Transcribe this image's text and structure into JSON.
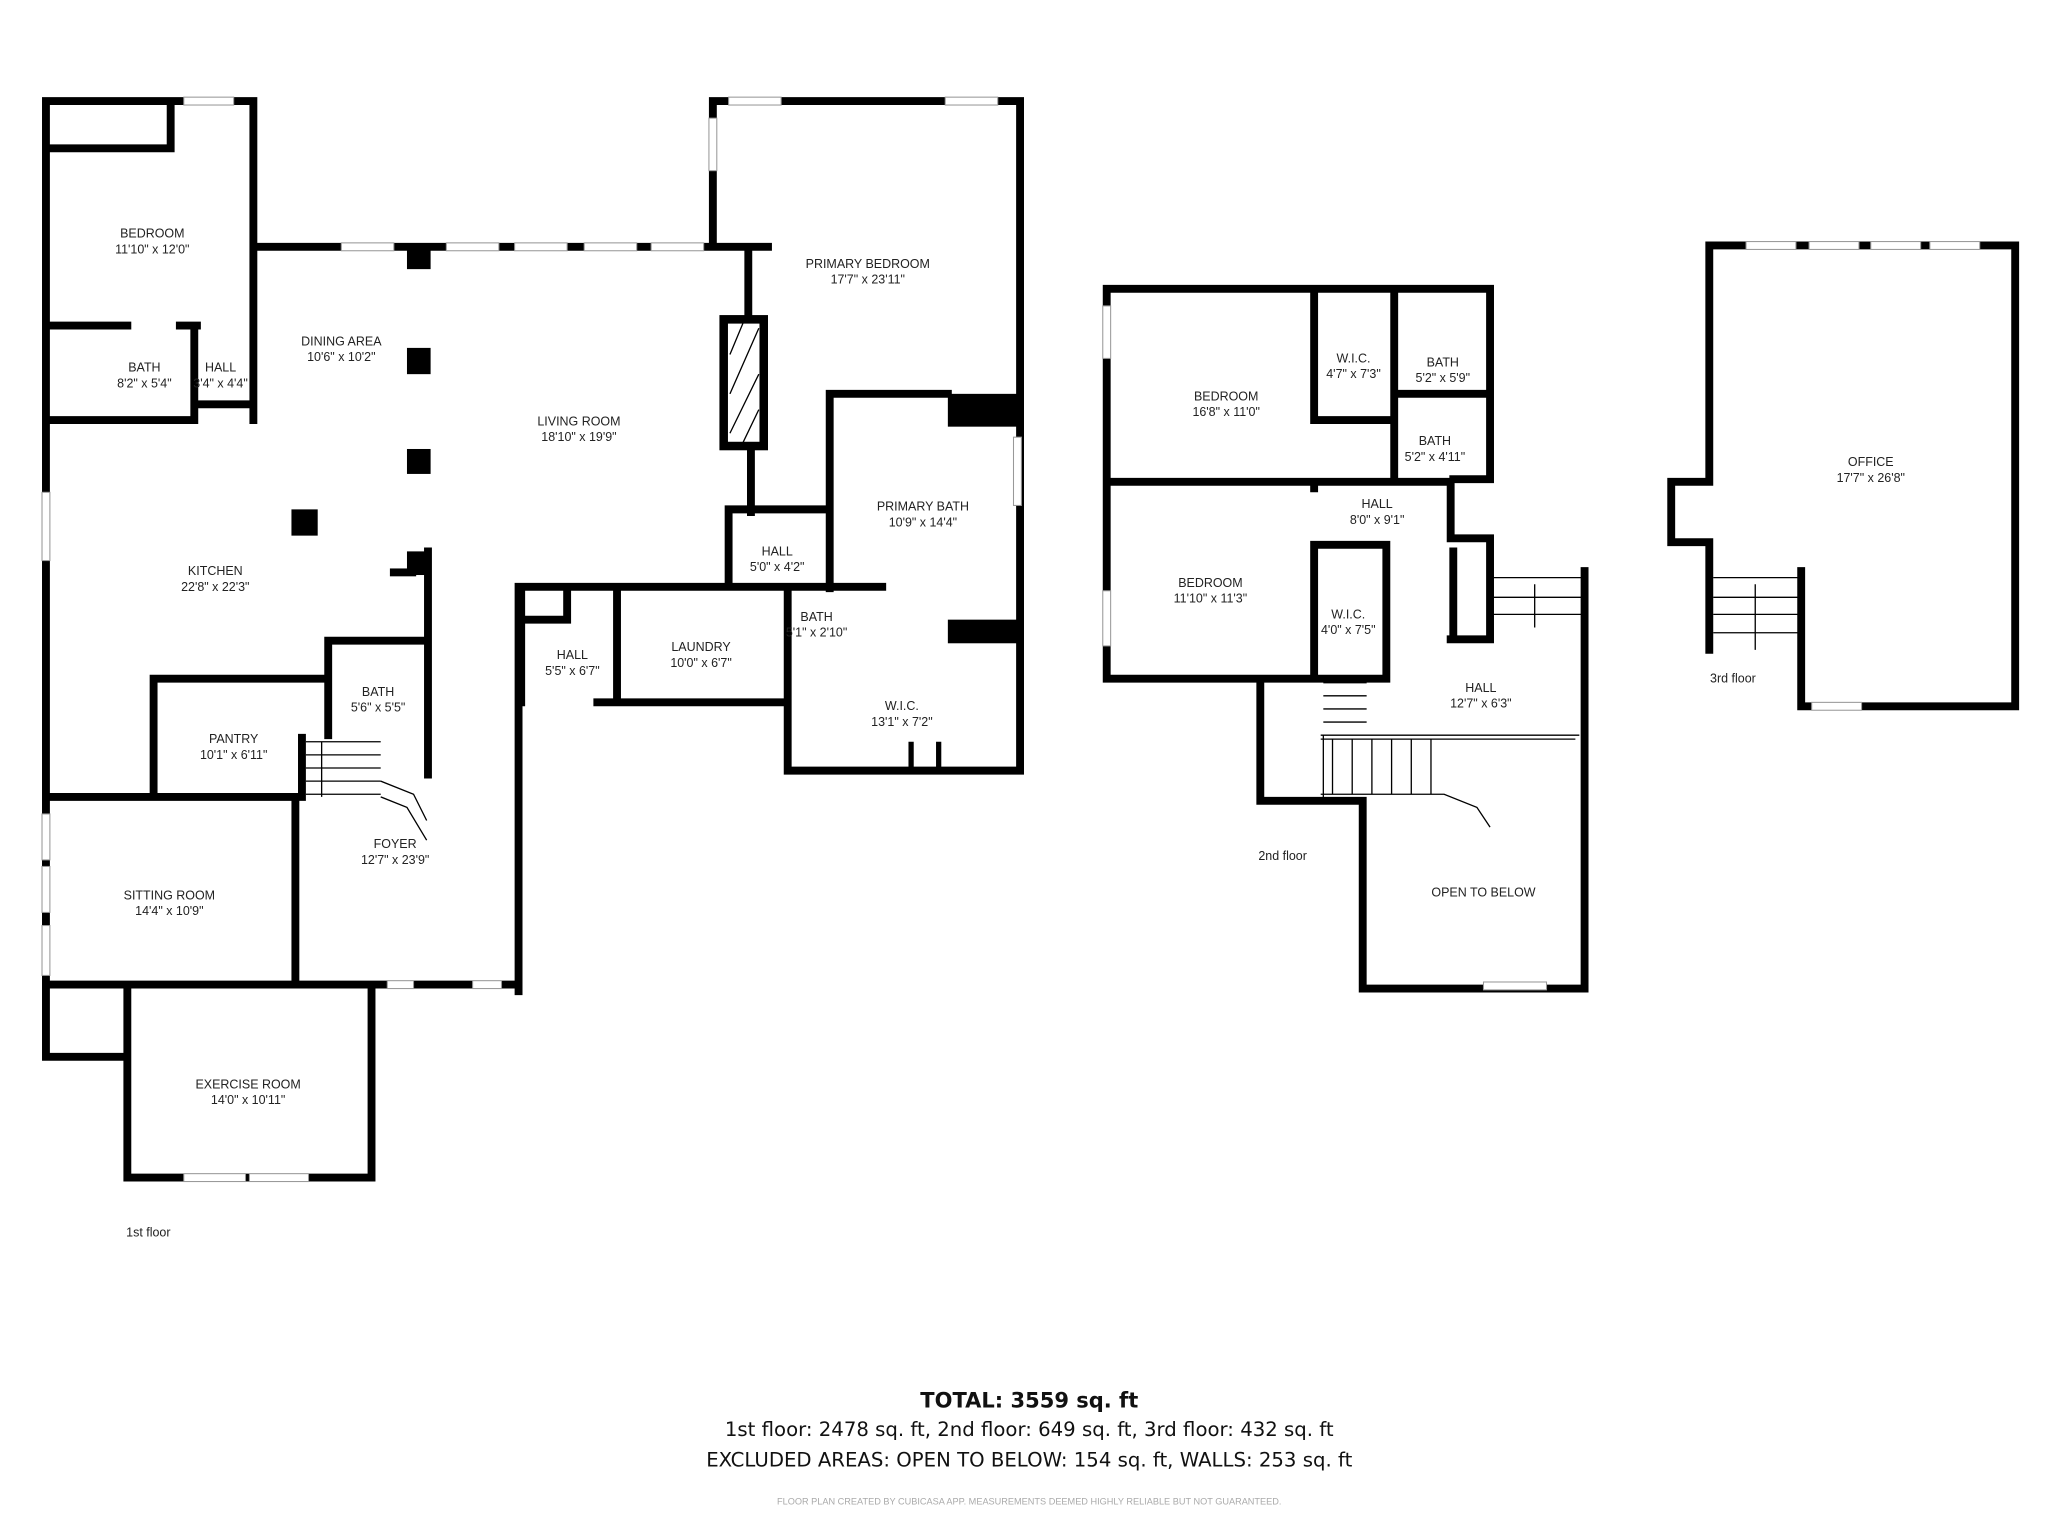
{
  "floors": {
    "first": {
      "label": "1st floor",
      "rooms": [
        {
          "name": "BEDROOM",
          "size": "11'10\" x 12'0\""
        },
        {
          "name": "BATH",
          "size": "8'2\" x 5'4\""
        },
        {
          "name": "HALL",
          "size": "3'4\" x 4'4\""
        },
        {
          "name": "DINING AREA",
          "size": "10'6\" x 10'2\""
        },
        {
          "name": "LIVING ROOM",
          "size": "18'10\" x 19'9\""
        },
        {
          "name": "PRIMARY BEDROOM",
          "size": "17'7\" x 23'11\""
        },
        {
          "name": "KITCHEN",
          "size": "22'8\" x 22'3\""
        },
        {
          "name": "PRIMARY BATH",
          "size": "10'9\" x 14'4\""
        },
        {
          "name": "HALL",
          "size": "5'0\" x 4'2\""
        },
        {
          "name": "HALL",
          "size": "5'5\" x 6'7\""
        },
        {
          "name": "LAUNDRY",
          "size": "10'0\" x 6'7\""
        },
        {
          "name": "BATH",
          "size": "5'1\" x 2'10\""
        },
        {
          "name": "BATH",
          "size": "5'6\" x 5'5\""
        },
        {
          "name": "W.I.C.",
          "size": "13'1\" x 7'2\""
        },
        {
          "name": "PANTRY",
          "size": "10'1\" x 6'11\""
        },
        {
          "name": "FOYER",
          "size": "12'7\" x 23'9\""
        },
        {
          "name": "SITTING ROOM",
          "size": "14'4\" x 10'9\""
        },
        {
          "name": "EXERCISE ROOM",
          "size": "14'0\" x 10'11\""
        }
      ]
    },
    "second": {
      "label": "2nd floor",
      "rooms": [
        {
          "name": "BEDROOM",
          "size": "16'8\" x 11'0\""
        },
        {
          "name": "W.I.C.",
          "size": "4'7\" x 7'3\""
        },
        {
          "name": "BATH",
          "size": "5'2\" x 5'9\""
        },
        {
          "name": "BATH",
          "size": "5'2\" x 4'11\""
        },
        {
          "name": "HALL",
          "size": "8'0\" x 9'1\""
        },
        {
          "name": "BEDROOM",
          "size": "11'10\" x 11'3\""
        },
        {
          "name": "W.I.C.",
          "size": "4'0\" x 7'5\""
        },
        {
          "name": "HALL",
          "size": "12'7\" x 6'3\""
        },
        {
          "name": "OPEN TO BELOW",
          "size": ""
        }
      ]
    },
    "third": {
      "label": "3rd floor",
      "rooms": [
        {
          "name": "OFFICE",
          "size": "17'7\" x 26'8\""
        }
      ]
    }
  },
  "summary": {
    "total": "TOTAL: 3559 sq. ft",
    "floors_line": "1st floor: 2478 sq. ft, 2nd floor: 649 sq. ft, 3rd floor: 432 sq. ft",
    "excluded_line": "EXCLUDED AREAS: OPEN TO BELOW: 154 sq. ft, WALLS: 253 sq. ft",
    "disclaimer": "FLOOR PLAN CREATED BY CUBICASA APP. MEASUREMENTS DEEMED HIGHLY RELIABLE BUT NOT GUARANTEED."
  }
}
